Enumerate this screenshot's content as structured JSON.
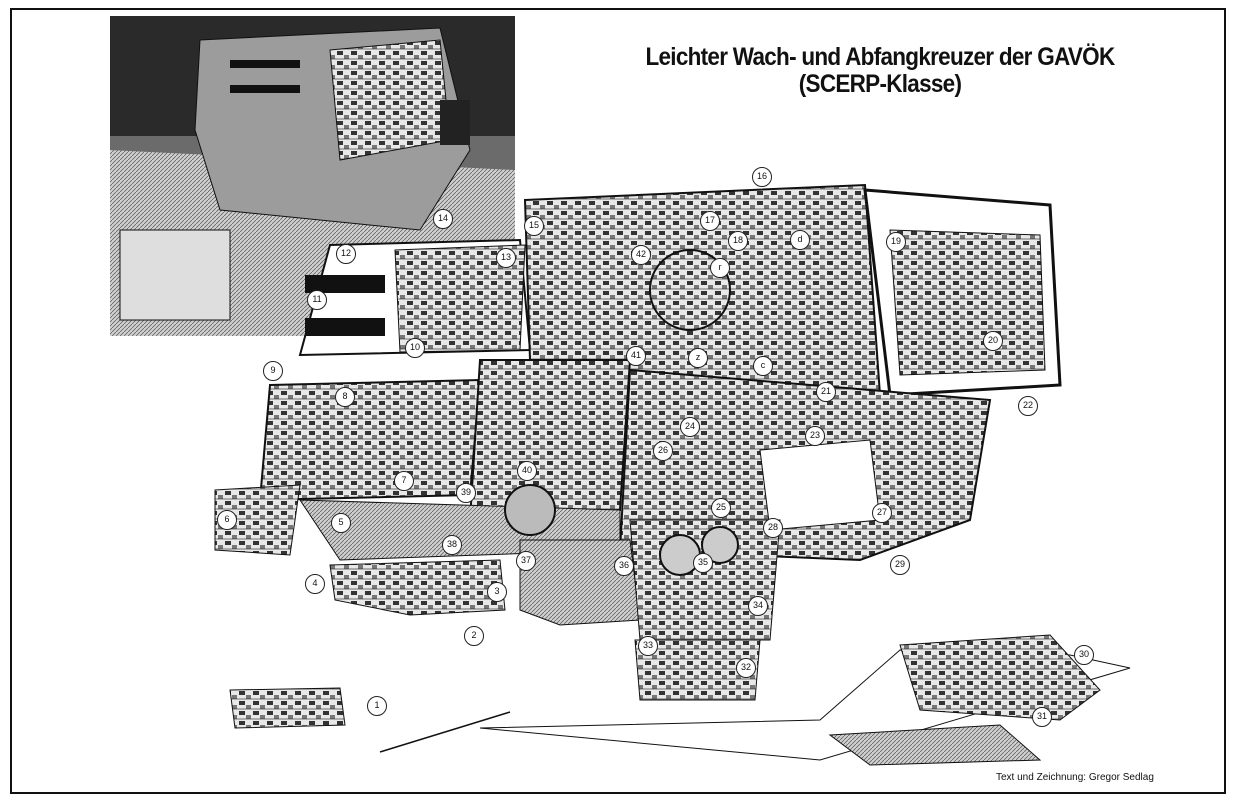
{
  "title": {
    "line1": "Leichter Wach- und Abfangkreuzer der GAVÖK",
    "line2": "(SCERP-Klasse)"
  },
  "credit": "Text und Zeichnung: Gregor Sedlag",
  "callouts": [
    "1",
    "2",
    "3",
    "4",
    "5",
    "6",
    "7",
    "8",
    "9",
    "10",
    "11",
    "12",
    "13",
    "14",
    "15",
    "16",
    "17",
    "18",
    "19",
    "20",
    "21",
    "22",
    "23",
    "24",
    "25",
    "26",
    "27",
    "28",
    "29",
    "30",
    "31",
    "32",
    "33",
    "34",
    "35",
    "36",
    "37",
    "38",
    "39",
    "40",
    "41",
    "42",
    "d",
    "r",
    "z",
    "c"
  ],
  "colors": {
    "ink": "#111111",
    "paper": "#ffffff",
    "shade": "#9a9a9a"
  }
}
